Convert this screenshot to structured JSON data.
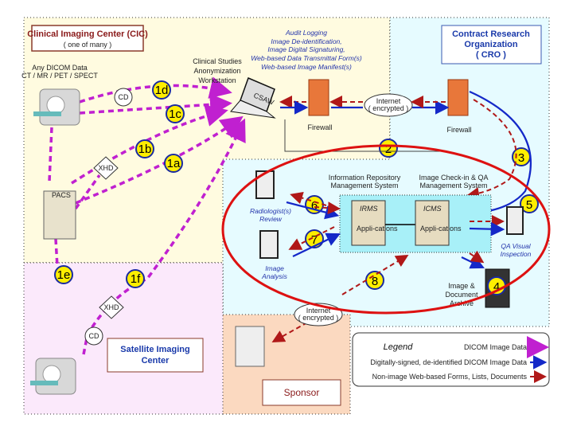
{
  "cic": {
    "title": "Clinical Imaging Center (CIC)",
    "subtitle": "( one of many )",
    "data_line1": "Any DICOM Data",
    "data_line2": "CT / MR / PET / SPECT"
  },
  "cro": {
    "line1": "Contract Research",
    "line2": "Organization",
    "line3": "( CRO )"
  },
  "csaw": {
    "line1": "Clinical Studies",
    "line2": "Anonymization",
    "line3": "Workstation",
    "screen": "CSAW"
  },
  "csaw_functions": [
    "Audit Logging",
    "Image De-identification,",
    "Image Digital Signaturing,",
    "Web-based Data Transmittal Form(s)",
    "Web-based Image Manifest(s)"
  ],
  "firewall_label": "Firewall",
  "internet": {
    "line1": "Internet",
    "line2": "( encrypted )"
  },
  "cd_label": "CD",
  "xhd_label": "XHD",
  "pacs_label": "PACS",
  "steps": [
    "1a",
    "1b",
    "1c",
    "1d",
    "1e",
    "1f",
    "2",
    "3",
    "4",
    "5",
    "6",
    "7",
    "8"
  ],
  "irms": {
    "line1": "Information Repository",
    "line2": "Management System",
    "name": "IRMS",
    "apps": "Appli-cations"
  },
  "icms": {
    "line1": "Image Check-in & QA",
    "line2": "Management System",
    "name": "ICMS",
    "apps": "Appli-cations"
  },
  "radiologist": {
    "line1": "Radiologist(s)",
    "line2": "Review"
  },
  "image_analysis": {
    "line1": "Image",
    "line2": "Analysis"
  },
  "qa": {
    "line1": "QA Visual",
    "line2": "Inspection"
  },
  "archive": {
    "line1": "Image &",
    "line2": "Document",
    "line3": "Archive"
  },
  "satellite": {
    "line1": "Satellite Imaging",
    "line2": "Center"
  },
  "sponsor": "Sponsor",
  "legend": {
    "title": "Legend",
    "items": [
      "DICOM Image Data",
      "Digitally-signed, de-identified DICOM Image Data",
      "Non-image Web-based Forms, Lists, Documents"
    ]
  },
  "colors": {
    "dicom": "#c020d0",
    "signed": "#1428c8",
    "nonimage": "#b01818",
    "highlight": "#dd1111",
    "step_badge": "#ffee00"
  }
}
